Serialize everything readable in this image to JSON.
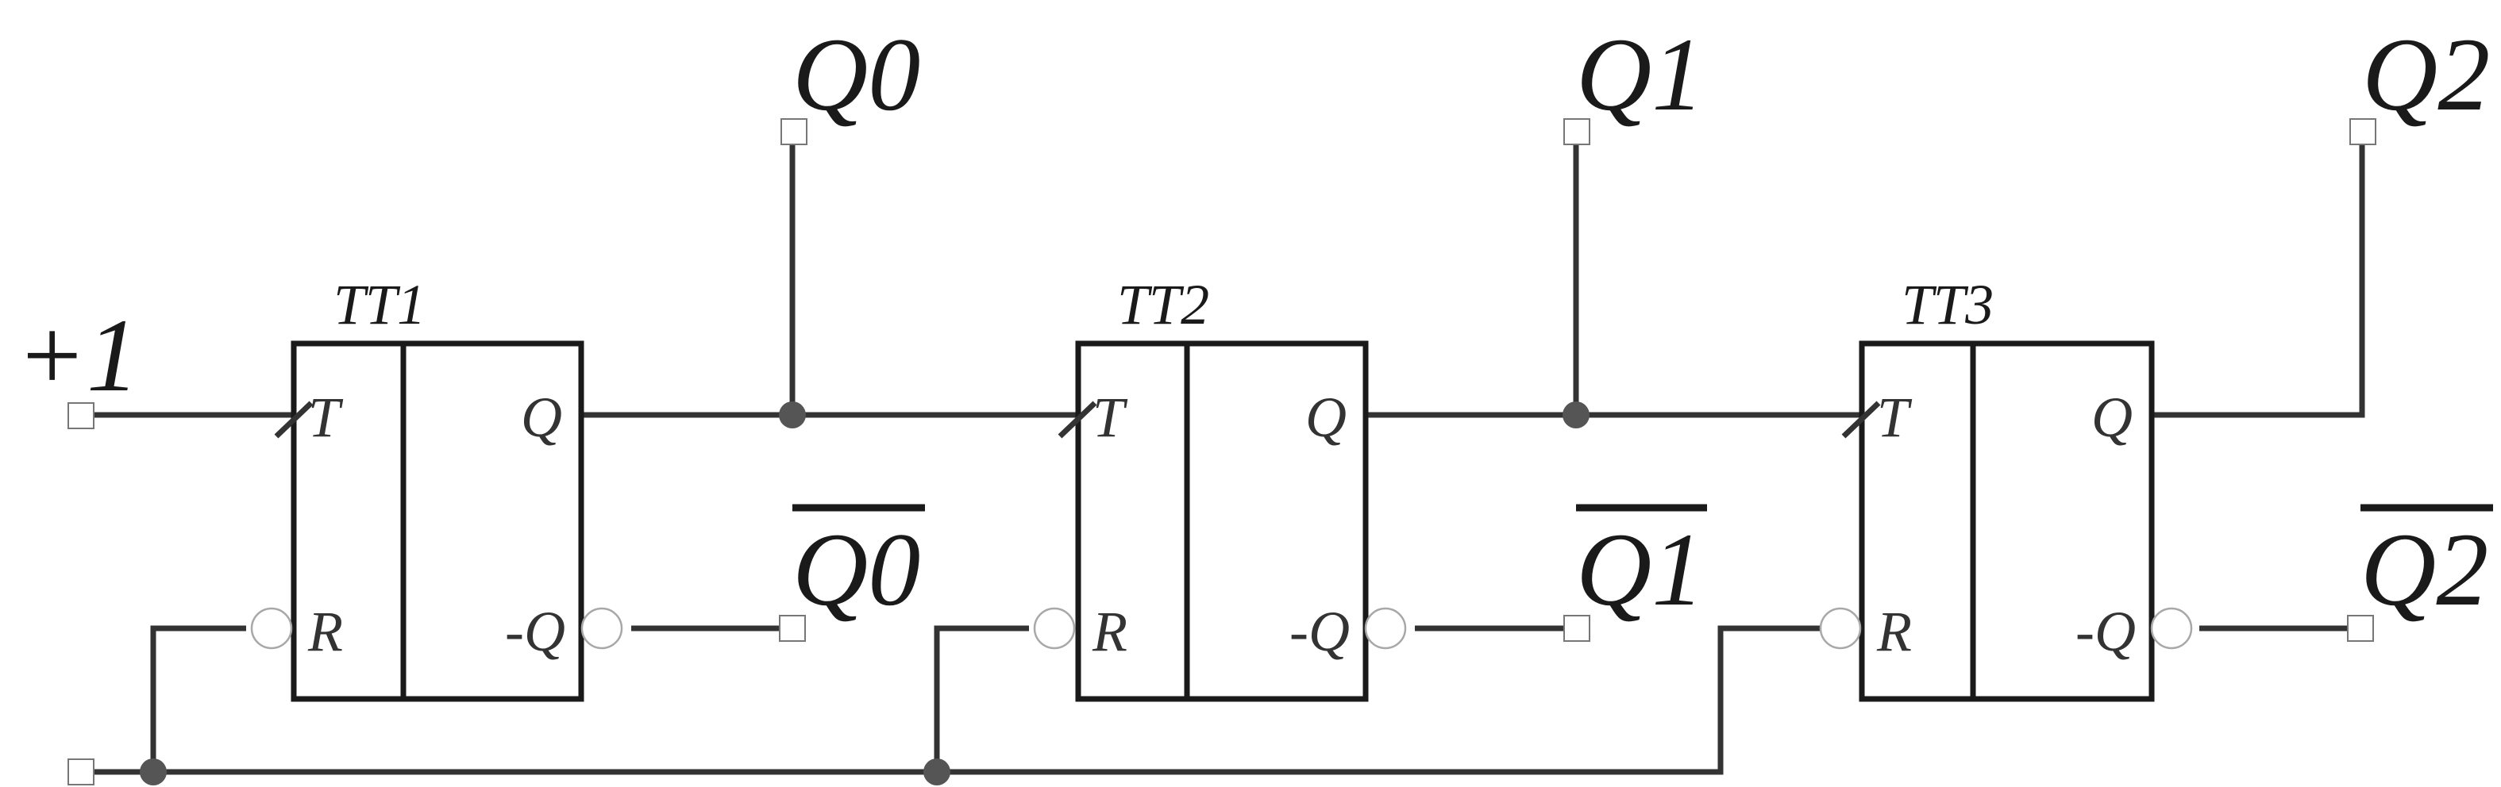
{
  "input": {
    "label": "+1"
  },
  "flip_flops": [
    {
      "title": "TT1",
      "pin_t": "T",
      "pin_r": "R",
      "pin_q": "Q",
      "pin_nq": "-Q"
    },
    {
      "title": "TT2",
      "pin_t": "T",
      "pin_r": "R",
      "pin_q": "Q",
      "pin_nq": "-Q"
    },
    {
      "title": "TT3",
      "pin_t": "T",
      "pin_r": "R",
      "pin_q": "Q",
      "pin_nq": "-Q"
    }
  ],
  "outputs": [
    {
      "q": "Q0",
      "nq": "Q0"
    },
    {
      "q": "Q1",
      "nq": "Q1"
    },
    {
      "q": "Q2",
      "nq": "Q2"
    }
  ]
}
